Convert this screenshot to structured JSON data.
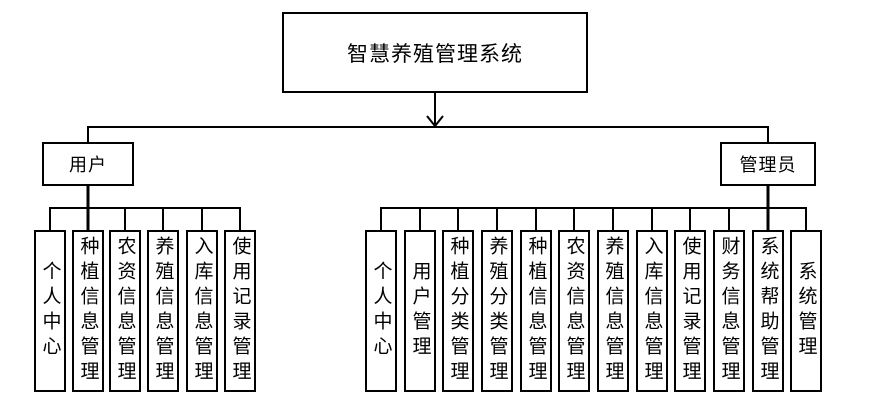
{
  "diagram": {
    "title": "智慧养殖管理系统",
    "root_label": "智慧养殖管理系统",
    "colors": {
      "line": "#000000",
      "border": "#000000",
      "background": "#ffffff",
      "text": "#000000"
    },
    "branches": [
      {
        "label": "用户",
        "children": [
          "个人中心",
          "种植信息管理",
          "农资信息管理",
          "养殖信息管理",
          "入库信息管理",
          "使用记录管理"
        ]
      },
      {
        "label": "管理员",
        "children": [
          "个人中心",
          "用户管理",
          "种植分类管理",
          "养殖分类管理",
          "种植信息管理",
          "农资信息管理",
          "养殖信息管理",
          "入库信息管理",
          "使用记录管理",
          "财务信息管理",
          "系统帮助管理",
          "系统管理"
        ]
      }
    ]
  }
}
